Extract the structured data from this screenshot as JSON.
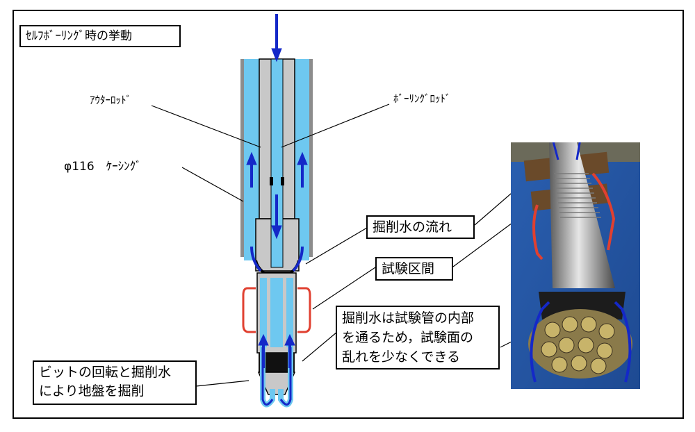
{
  "title": "ｾﾙﾌﾎﾞｰﾘﾝｸﾞ時の挙動",
  "labels": {
    "outer_rod": "ｱｳﾀｰﾛｯﾄﾞ",
    "boring_rod": "ﾎﾞｰﾘﾝｸﾞﾛｯﾄﾞ",
    "casing": "φ116　ｹｰｼﾝｸﾞ"
  },
  "callouts": {
    "water_flow": "掘削水の流れ",
    "test_section": "試験区間",
    "note_lines": [
      "掘削水は試験管の内部",
      "を通るため，試験面の",
      "乱れを少なくできる"
    ],
    "bit_lines": [
      "ビットの回転と掘削水",
      "により地盤を掘削"
    ]
  },
  "colors": {
    "flow_arrow": "#1428c8",
    "water": "#6ec8f0",
    "pipe": "#c8c8c8",
    "casing": "#8c8c8c",
    "test_bracket": "#e04030"
  }
}
